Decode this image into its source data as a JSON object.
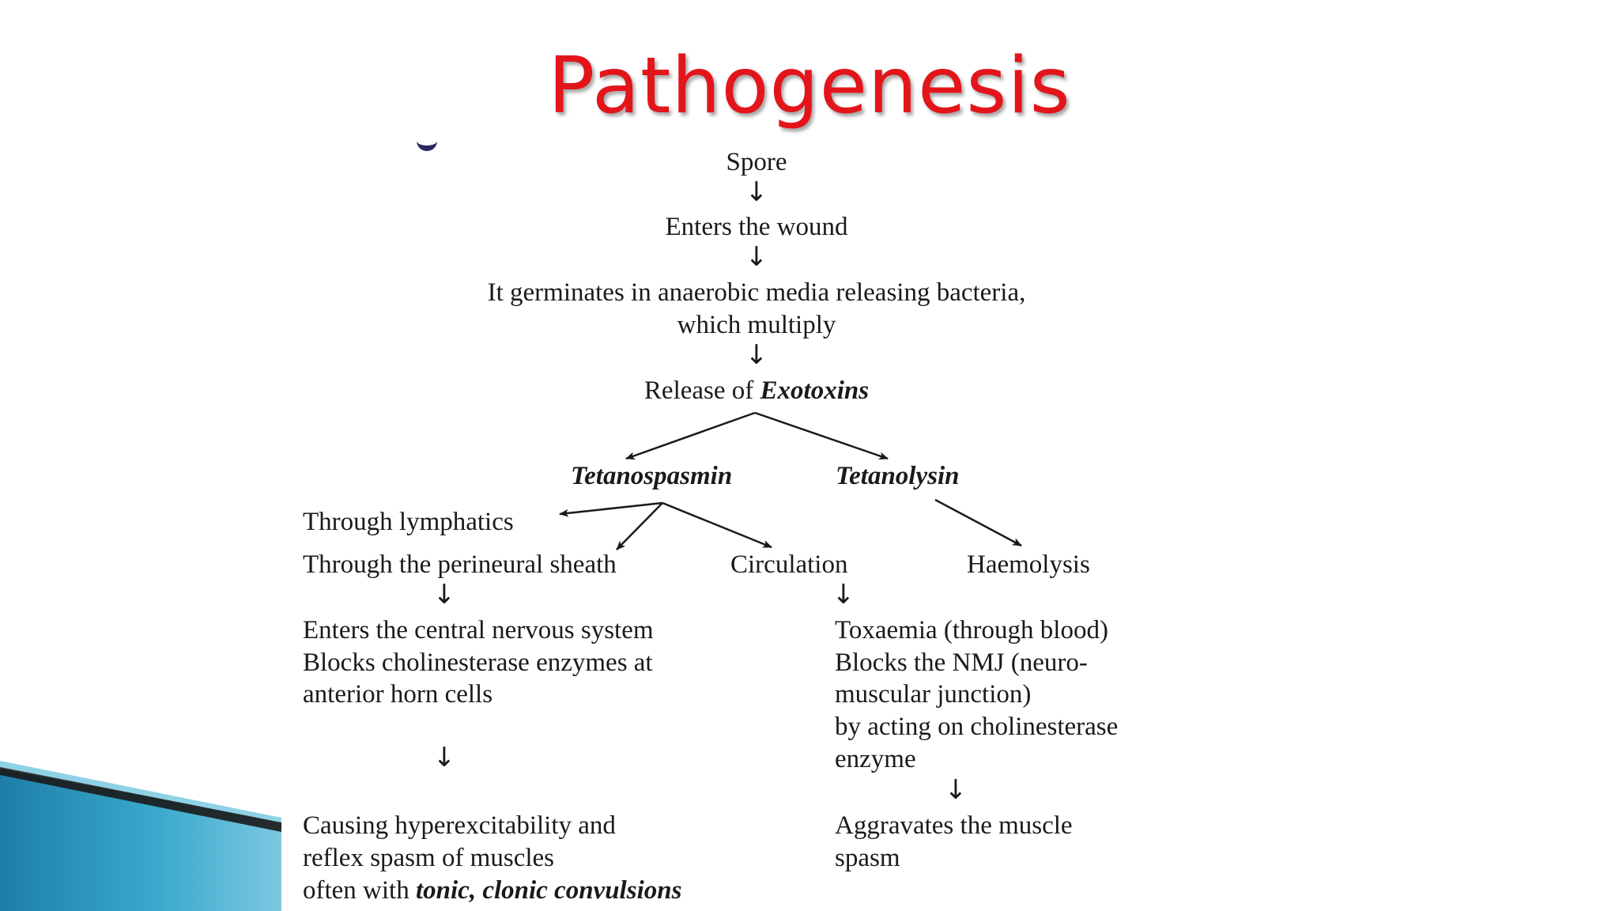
{
  "slide": {
    "title": "Pathogenesis",
    "accent_color": "#e3151b",
    "decoration_color": "#2aa3c9"
  },
  "diagram": {
    "spore": "Spore",
    "enters_wound": "Enters the wound",
    "germinates_line1": "It germinates in anaerobic media releasing bacteria,",
    "germinates_line2": "which multiply",
    "release_prefix": "Release of ",
    "release_em": "Exotoxins",
    "tetanospasmin": "Tetanospasmin",
    "tetanolysin": "Tetanolysin",
    "lymphatics": "Through lymphatics",
    "perineural": "Through the perineural sheath",
    "circulation": "Circulation",
    "haemolysis": "Haemolysis",
    "cns_line1": "Enters the central nervous system",
    "cns_line2": "Blocks cholinesterase enzymes at",
    "cns_line3": "anterior horn cells",
    "toxaemia_line1": "Toxaemia (through blood)",
    "toxaemia_line2": "Blocks the NMJ (neuro-",
    "toxaemia_line3": "muscular junction)",
    "toxaemia_line4": "by acting on cholinesterase",
    "toxaemia_line5": "enzyme",
    "hyper_line1": "Causing hyperexcitability and",
    "hyper_line2": "reflex spasm of muscles",
    "hyper_line3_prefix": "often with ",
    "hyper_line3_em": "tonic, clonic convulsions",
    "aggravates_line1": "Aggravates the muscle",
    "aggravates_line2": "spasm",
    "down_arrow": "↓"
  }
}
